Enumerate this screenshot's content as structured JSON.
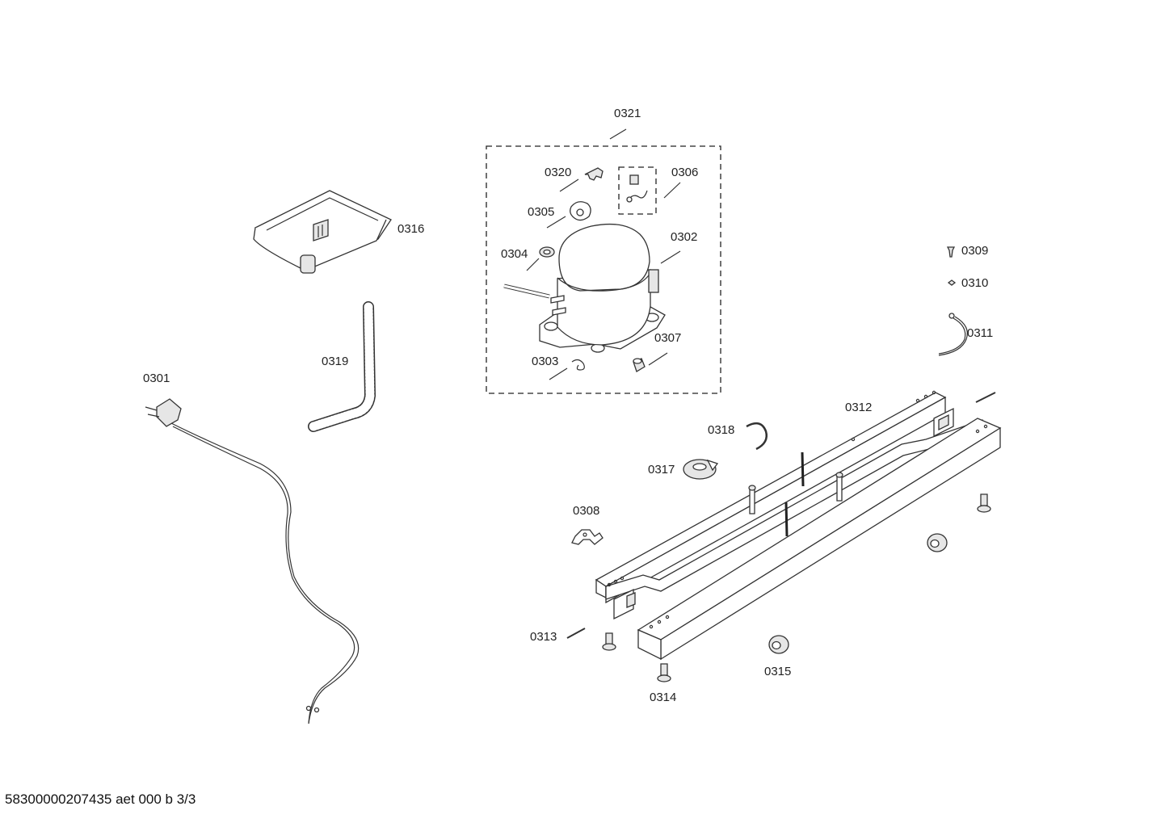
{
  "document_id": "58300000207435 aet 000 b 3/3",
  "labels": {
    "p0301": "0301",
    "p0302": "0302",
    "p0303": "0303",
    "p0304": "0304",
    "p0305": "0305",
    "p0306": "0306",
    "p0307": "0307",
    "p0308": "0308",
    "p0309": "0309",
    "p0310": "0310",
    "p0311": "0311",
    "p0312": "0312",
    "p0313": "0313",
    "p0314": "0314",
    "p0315": "0315",
    "p0316": "0316",
    "p0317": "0317",
    "p0318": "0318",
    "p0319": "0319",
    "p0320": "0320",
    "p0321": "0321"
  }
}
